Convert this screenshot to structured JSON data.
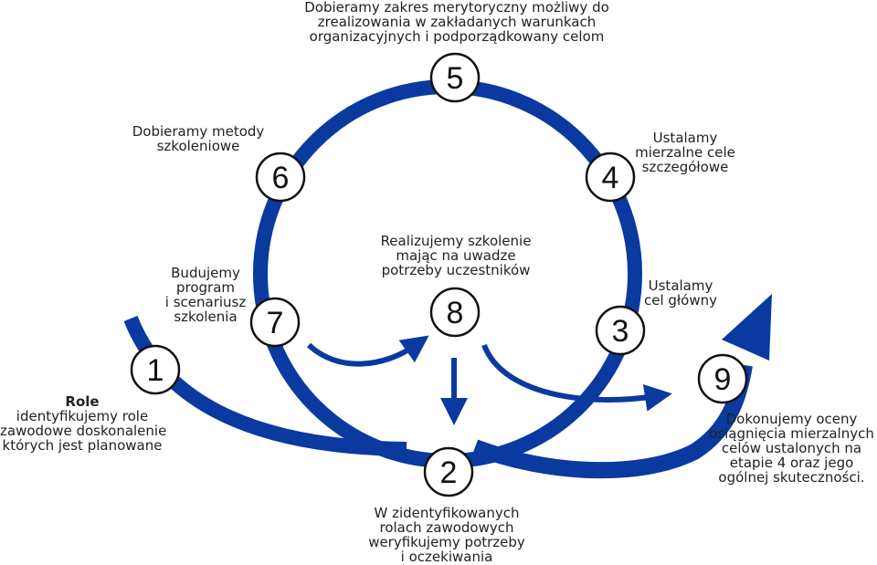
{
  "colors": {
    "accent": "#0a3aa0",
    "node_fill": "#ffffff",
    "node_stroke": "#111111",
    "text": "#222222"
  },
  "nodes": [
    {
      "num": "1",
      "label_lines": [
        "Role",
        "identyfikujemy role",
        "zawodowe doskonalenie",
        "których jest planowane"
      ]
    },
    {
      "num": "2",
      "label_lines": [
        "W zidentyfikowanych",
        "rolach zawodowych",
        "weryfikujemy potrzeby",
        "i oczekiwania"
      ]
    },
    {
      "num": "3",
      "label_lines": [
        "Ustalamy",
        "cel główny"
      ]
    },
    {
      "num": "4",
      "label_lines": [
        "Ustalamy",
        "mierzalne cele",
        "szczegółowe"
      ]
    },
    {
      "num": "5",
      "label_lines": [
        "Dobieramy zakres merytoryczny możliwy do",
        "zrealizowania w zakładanych warunkach",
        "organizacyjnych i podporządkowany celom"
      ]
    },
    {
      "num": "6",
      "label_lines": [
        "Dobieramy metody",
        "szkoleniowe"
      ]
    },
    {
      "num": "7",
      "label_lines": [
        "Budujemy",
        "program",
        "i scenariusz",
        "szkolenia"
      ]
    },
    {
      "num": "8",
      "label_lines": [
        "Realizujemy szkolenie",
        "mając na uwadze",
        "potrzeby uczestników"
      ]
    },
    {
      "num": "9",
      "label_lines": [
        "Dokonujemy oceny",
        "osiągnięcia mierzalnych",
        "celów ustalonych na",
        "etapie 4 oraz jego",
        "ogólnej skuteczności."
      ]
    }
  ]
}
